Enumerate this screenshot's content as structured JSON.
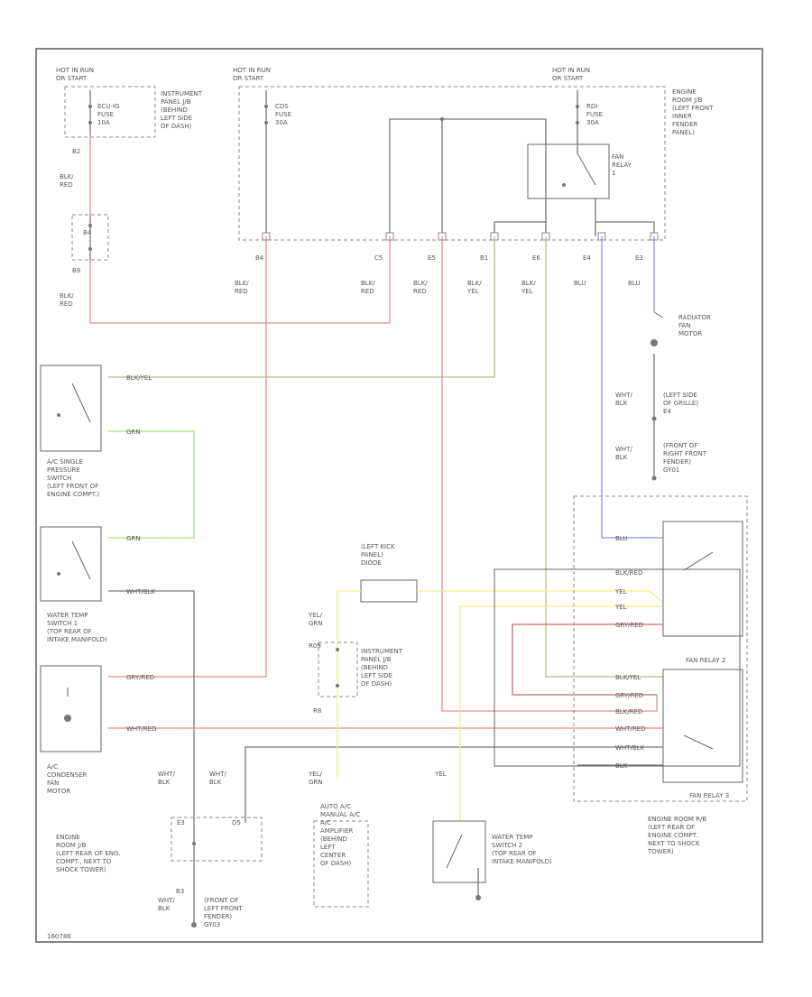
{
  "labels": {
    "hot_a": [
      "HOT IN RUN",
      "OR START"
    ],
    "hot_b": [
      "HOT IN RUN",
      "OR START"
    ],
    "hot_c": [
      "HOT IN RUN",
      "OR START"
    ],
    "fuse1": [
      "ECU-IG",
      "FUSE",
      "10A"
    ],
    "fuse2": [
      "CDS",
      "FUSE",
      "30A"
    ],
    "fuse3": [
      "RDI",
      "FUSE",
      "30A"
    ],
    "ip_jb": [
      "INSTRUMENT",
      "PANEL J/B",
      "(BEHIND",
      "LEFT SIDE",
      "OF DASH)"
    ],
    "er_jb": [
      "ENGINE",
      "ROOM J/B",
      "(LEFT FRONT",
      "INNER",
      "FENDER",
      "PANEL)"
    ],
    "fan_relay1": [
      "FAN",
      "RELAY",
      "1"
    ],
    "pin_top": [
      "B2",
      "B9",
      "B4",
      "C5",
      "E5",
      "B1",
      "E6",
      "E4",
      "E3"
    ],
    "wire_top": [
      [
        "BLK/",
        "RED"
      ],
      [
        "BLK/",
        "RED"
      ],
      [
        "BLK/",
        "RED"
      ],
      [
        "BLK/",
        "RED"
      ],
      [
        "BLK/",
        "RED"
      ],
      [
        "BLK/",
        "YEL"
      ],
      [
        "BLK/",
        "YEL"
      ],
      [
        "BLU"
      ],
      [
        "BLU"
      ]
    ],
    "wire_mid": [
      "BLK/YEL",
      "GRN",
      "GRN",
      "WHT/BLK",
      "GRY/RED",
      "WHT/RED"
    ],
    "ac_switch": [
      "A/C SINGLE",
      "PRESSURE",
      "SWITCH",
      "(LEFT FRONT OF",
      "ENGINE COMPT.)"
    ],
    "wt_sw1": [
      "WATER TEMP",
      "SWITCH 1",
      "(TOP REAR OF",
      "INTAKE MANIFOLD)"
    ],
    "cond_fan": [
      "A/C",
      "CONDENSER",
      "FAN",
      "MOTOR"
    ],
    "rad_fan": [
      "RADIATOR",
      "FAN",
      "MOTOR"
    ],
    "grille": [
      "(LEFT SIDE",
      "OF GRILLE)",
      "E4"
    ],
    "fender_r": [
      "(FRONT OF",
      "RIGHT FRONT",
      "FENDER)",
      "GY01"
    ],
    "wht_blk": [
      "WHT/",
      "BLK"
    ],
    "kick": [
      "(LEFT KICK",
      "PANEL)",
      "DIODE"
    ],
    "ip_jb2": [
      "INSTRUMENT",
      "PANEL J/B",
      "(BEHIND",
      "LEFT SIDE",
      "OF DASH)"
    ],
    "yel_grn": [
      "YEL/",
      "GRN"
    ],
    "yel": "YEL",
    "relay_pins": [
      "BLU",
      "BLK/RED",
      "YEL",
      "YEL",
      "GRY/RED",
      "BLK/YEL",
      "GRY/RED",
      "BLK/RED",
      "WHT/RED",
      "WHT/BLK",
      "BLK"
    ],
    "fan_relay2": "FAN RELAY 2",
    "fan_relay3": "FAN RELAY 3",
    "er_rb": [
      "ENGINE ROOM R/B",
      "(LEFT REAR OF",
      "ENGINE COMPT.",
      "NEXT TO SHOCK",
      "TOWER)"
    ],
    "er_jb2": [
      "ENGINE",
      "ROOM J/B",
      "(LEFT REAR OF ENG.",
      "COMPT., NEXT TO",
      "SHOCK TOWER)"
    ],
    "amp": [
      "AUTO A/C",
      "MANUAL A/C",
      "A/C",
      "AMPLIFIER",
      "(BEHIND",
      "LEFT",
      "CENTER",
      "OF DASH)"
    ],
    "wt_sw2": [
      "WATER TEMP",
      "SWITCH 2",
      "(TOP REAR OF",
      "INTAKE MANIFOLD)"
    ],
    "fender_l": [
      "(FRONT OF",
      "LEFT FRONT",
      "FENDER)",
      "GY03"
    ],
    "misc": [
      "B3",
      "R09",
      "R8",
      "E3",
      "D5",
      "B4"
    ],
    "code": "160786"
  }
}
